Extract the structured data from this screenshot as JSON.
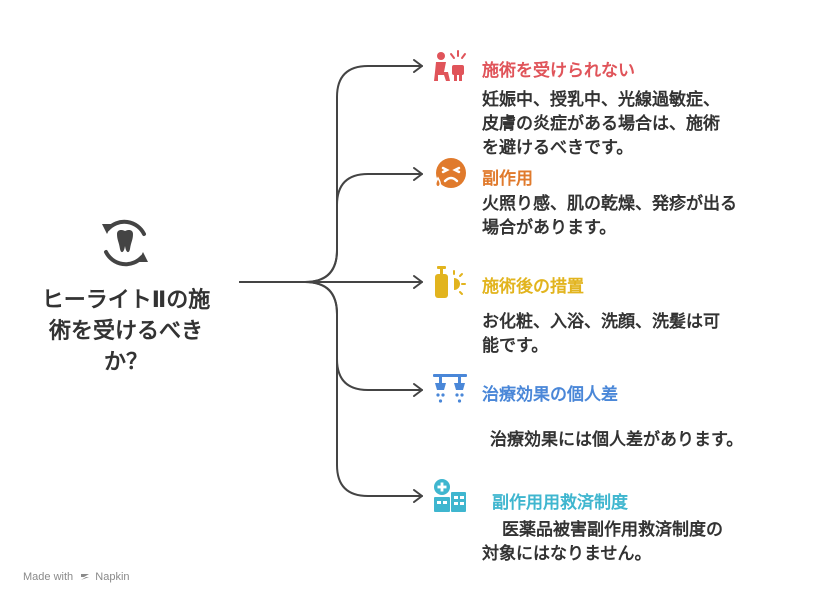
{
  "center": {
    "title_lines": [
      "ヒーライトⅡの施",
      "術を受けるべき",
      "か？"
    ],
    "icon": "tooth-cycle-icon"
  },
  "branches": [
    {
      "title": "施術を受けられない",
      "color": "#e0545a",
      "icon": "restricted-person-icon",
      "desc_lines": [
        "妊娠中、授乳中、光線過敏症、",
        "皮膚の炎症がある場合は、施術",
        "を避けるべきです。"
      ]
    },
    {
      "title": "副作用",
      "color": "#e07a2c",
      "icon": "sick-face-icon",
      "desc_lines": [
        "火照り感、肌の乾燥、発疹が出る",
        "場合があります。"
      ]
    },
    {
      "title": "施術後の措置",
      "color": "#e2b41e",
      "icon": "lotion-sun-icon",
      "desc_lines": [
        "お化粧、入浴、洗顔、洗髪は可",
        "能です。"
      ]
    },
    {
      "title": "治療効果の個人差",
      "color": "#4a87d8",
      "icon": "shower-icon",
      "desc_lines": [
        "治療効果には個人差があります。"
      ]
    },
    {
      "title": "副作用用救済制度",
      "color": "#3fb6cf",
      "icon": "hospital-icon",
      "desc_lines": [
        "医薬品被害副作用救済制度の",
        "対象にはなりません。"
      ]
    }
  ],
  "footer": {
    "made_with": "Made with",
    "brand": "Napkin"
  }
}
